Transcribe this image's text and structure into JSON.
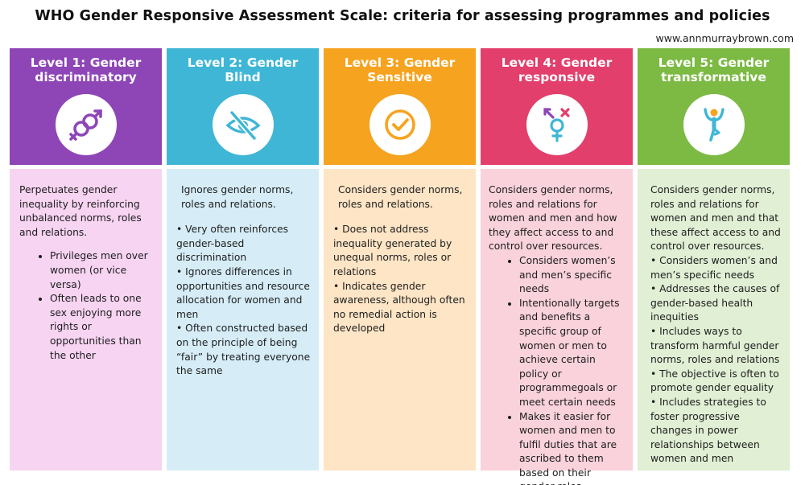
{
  "title": "WHO Gender Responsive Assessment Scale: criteria for assessing programmes and policies",
  "website": "www.annmurraybrown.com",
  "colors": {
    "level1": "#8e46b7",
    "level2": "#3fb6d6",
    "level3": "#f6a320",
    "level4": "#e33f6c",
    "level5": "#7cba44"
  },
  "levels": [
    {
      "title_line1": "Level 1: Gender",
      "title_line2": "discriminatory",
      "icon": "linked-gender-symbols-icon",
      "intro": "Perpetuates gender inequality by reinforcing unbalanced norms, roles and relations.",
      "bullets": [
        "Privileges men over women (or vice versa)",
        "Often leads to one sex enjoying more rights or opportunities than the other"
      ]
    },
    {
      "title_line1": "Level 2: Gender",
      "title_line2": "Blind",
      "icon": "eye-slash-icon",
      "intro": "Ignores gender norms, roles and relations.",
      "bullets": [
        "• Very often reinforces gender-based discrimination",
        "• Ignores differences in opportunities and resource allocation for women and men",
        "• Often constructed based on the principle of being “fair” by treating everyone the same"
      ]
    },
    {
      "title_line1": "Level 3: Gender",
      "title_line2": "Sensitive",
      "icon": "check-circle-icon",
      "intro": "Considers gender norms, roles and relations.",
      "bullets": [
        "• Does not address inequality generated by unequal norms, roles or relations",
        "• Indicates gender awareness, although often no remedial action is developed"
      ]
    },
    {
      "title_line1": "Level 4: Gender",
      "title_line2": "responsive",
      "icon": "gender-symbols-icon",
      "intro": "Considers gender norms, roles and relations for women and men and how they affect access to and control over resources.",
      "bullets": [
        "Considers women’s and men’s specific needs",
        "Intentionally targets and benefits a specific group of women or men to achieve certain policy or programmegoals or meet certain needs",
        "Makes it easier for women and men to fulfil duties that are ascribed to them based on their gender roles"
      ]
    },
    {
      "title_line1": "Level 5: Gender",
      "title_line2": "transformative",
      "icon": "person-figure-icon",
      "intro": "Considers gender norms, roles and relations for women and men and that these affect access to and control over resources.",
      "bullets": [
        "• Considers women’s and men’s specific needs",
        "• Addresses the causes of gender-based health inequities",
        "• Includes ways to transform harmful gender norms, roles and relations",
        "• The objective is often to promote gender equality",
        "• Includes strategies to foster progressive changes in power relationships between women and men"
      ]
    }
  ]
}
